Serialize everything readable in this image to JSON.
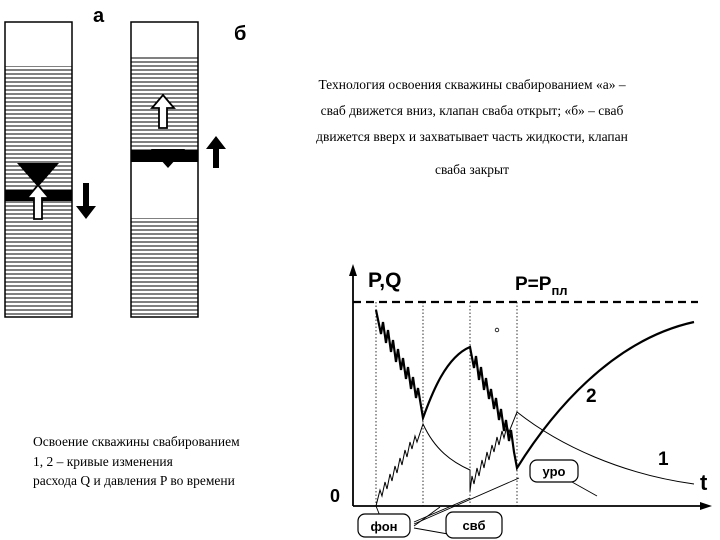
{
  "figure_a": {
    "label": "а"
  },
  "figure_b": {
    "label": "б"
  },
  "caption_top": {
    "lines": [
      "Технология освоения скважины свабированием «а» –",
      "сваб движется вниз, клапан сваба открыт; «б» – сваб",
      "движется вверх и захватывает часть жидкости, клапан"
    ],
    "last_line": "сваба закрыт"
  },
  "caption_bottom": {
    "lines": [
      "Освоение скважины свабированием",
      " 1, 2 – кривые изменения",
      " расхода Q и давления P во времени"
    ]
  },
  "chart": {
    "y_axis_label": "P,Q",
    "x_axis_label": "t",
    "origin_label": "0",
    "pressure_level_label": "P=P",
    "pressure_level_subscript": "пл",
    "curve_1_label": "1",
    "curve_2_label": "2",
    "callout_uro": "уро",
    "callout_fon": "фон",
    "callout_svb": "свб"
  },
  "colors": {
    "ink": "#000000",
    "hatch": "#000000",
    "background": "#ffffff"
  }
}
